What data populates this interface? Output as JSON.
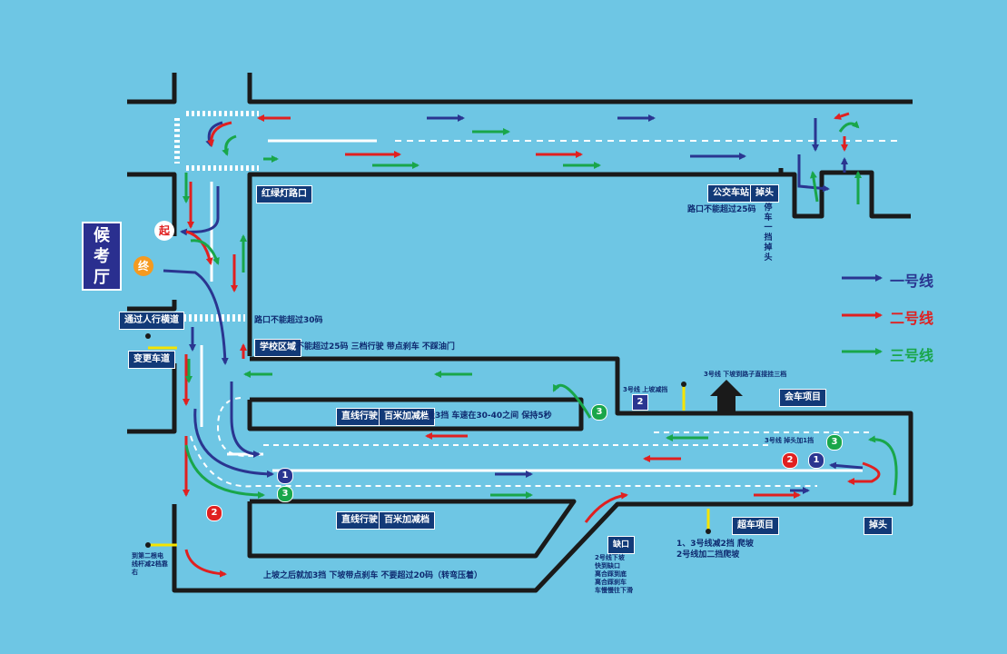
{
  "colors": {
    "background": "#6ec6e4",
    "road_border": "#1a1a1a",
    "line1": "#2a3590",
    "line2": "#e02020",
    "line3": "#19a64a",
    "label_bg": "#123a78"
  },
  "waiting_hall": {
    "chars": [
      "候",
      "考",
      "厅"
    ]
  },
  "start_badge": "起",
  "end_badge": "终",
  "legend": [
    {
      "label": "一号线",
      "color": "#2a3590"
    },
    {
      "label": "二号线",
      "color": "#e02020"
    },
    {
      "label": "三号线",
      "color": "#19a64a"
    }
  ],
  "labels": {
    "traffic_light": "红绿灯路口",
    "bus_stop": "公交车站",
    "u_turn_top": "掉头",
    "crosswalk": "通过人行横道",
    "lane_change": "变更车道",
    "school_zone": "学校区域",
    "straight_1": "直线行驶",
    "gear_1": "百米加减档",
    "straight_2": "直线行驶",
    "gear_2": "百米加减档",
    "meeting": "会车项目",
    "overtake": "超车项目",
    "u_turn_bottom": "掉头",
    "gap": "缺口"
  },
  "notes": {
    "intersection_speed": "路口不能超过25码",
    "stop_u_turn": "停车一挡掉头",
    "intersection_speed_30": "路口不能超过30码",
    "school_rules": "不能超过25码  三档行驶  带点刹车  不踩油门",
    "gear_speed": "挂3挡  车速在30-40之间  保持5秒",
    "hill_route2": "3号线  上坡减挡",
    "route3_down": "3号线  下坡到路子直接挂三档",
    "route3_reverse": "3号线  掉头加1挡",
    "bottom_notes": [
      "1、3号线减2挡  爬坡",
      "2号线加二挡爬坡"
    ],
    "bottom_rule": "上坡之后就加3挡 下坡带点刹车  不要超过20码（转弯压着）",
    "left_note": "到第二根电线杆减2档靠右",
    "gap_notes": [
      "2号线下坡",
      "快到缺口",
      "离合踩到底",
      "离合踩刹车",
      "车慢慢往下滑"
    ]
  },
  "markers": {
    "one": "1",
    "two": "2",
    "three": "3"
  }
}
